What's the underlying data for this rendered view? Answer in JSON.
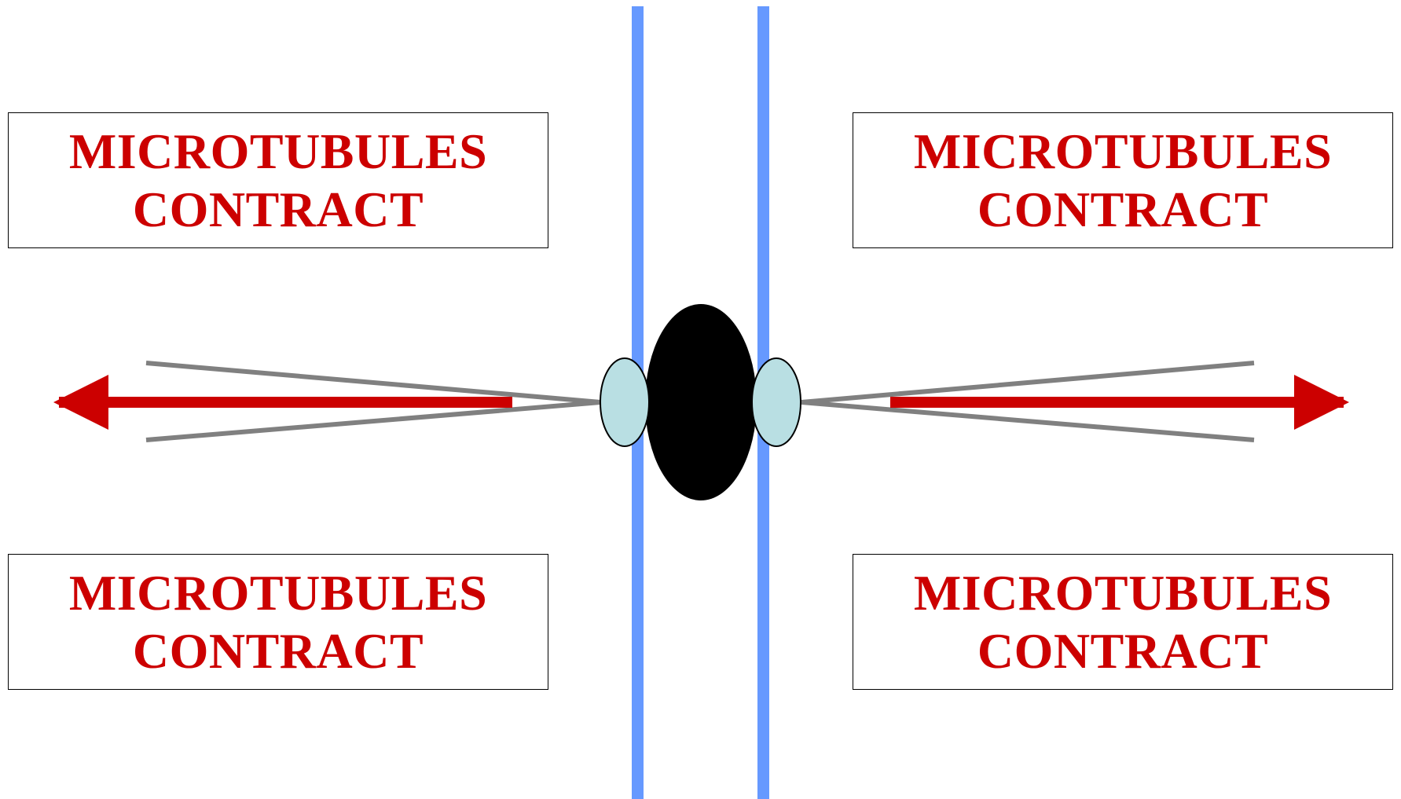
{
  "labels": [
    {
      "line1": "MICROTUBULES",
      "line2": "CONTRACT"
    },
    {
      "line1": "MICROTUBULES",
      "line2": "CONTRACT"
    },
    {
      "line1": "MICROTUBULES",
      "line2": "CONTRACT"
    },
    {
      "line1": "MICROTUBULES",
      "line2": "CONTRACT"
    }
  ],
  "colors": {
    "text": "#cc0000",
    "arrow": "#cc0000",
    "plate_line": "#6699ff",
    "microtubule": "#808080",
    "centromere": "#000000",
    "kinetochore": "#b9dfe3"
  }
}
